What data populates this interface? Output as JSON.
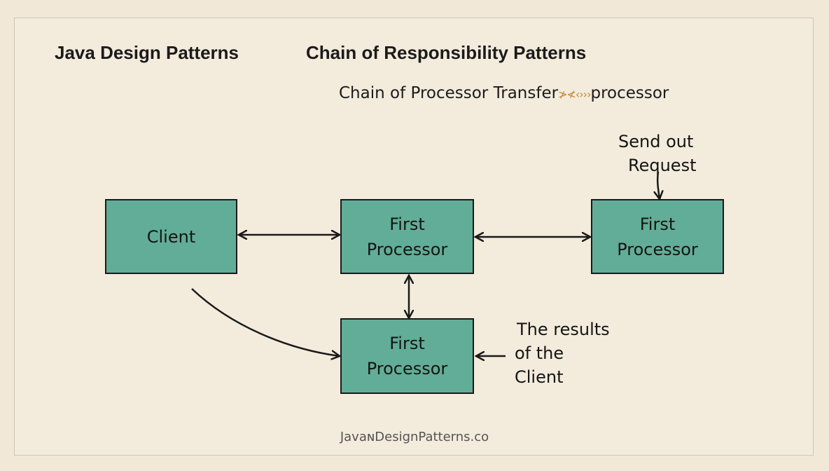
{
  "header": {
    "title_left": "Java Design Patterns",
    "title_right": "Chain of Responsibility Patterns"
  },
  "subtitle": {
    "before": "Chain of Processor Transfer",
    "glyph": "≯≮‹›››",
    "after": "processor"
  },
  "nodes": {
    "client": "Client",
    "processor_center": [
      "First",
      "Processor"
    ],
    "processor_right": [
      "First",
      "Processor"
    ],
    "processor_bottom": [
      "First",
      "Processor"
    ]
  },
  "notes": {
    "send_request": [
      "Send out",
      "Request"
    ],
    "results": [
      "The results",
      "of the",
      "Client"
    ]
  },
  "footer": "JavaɴDesignPatterns.co",
  "colors": {
    "background": "#f1e8d8",
    "node_fill": "#62ad97",
    "stroke": "#1a1a1a"
  }
}
